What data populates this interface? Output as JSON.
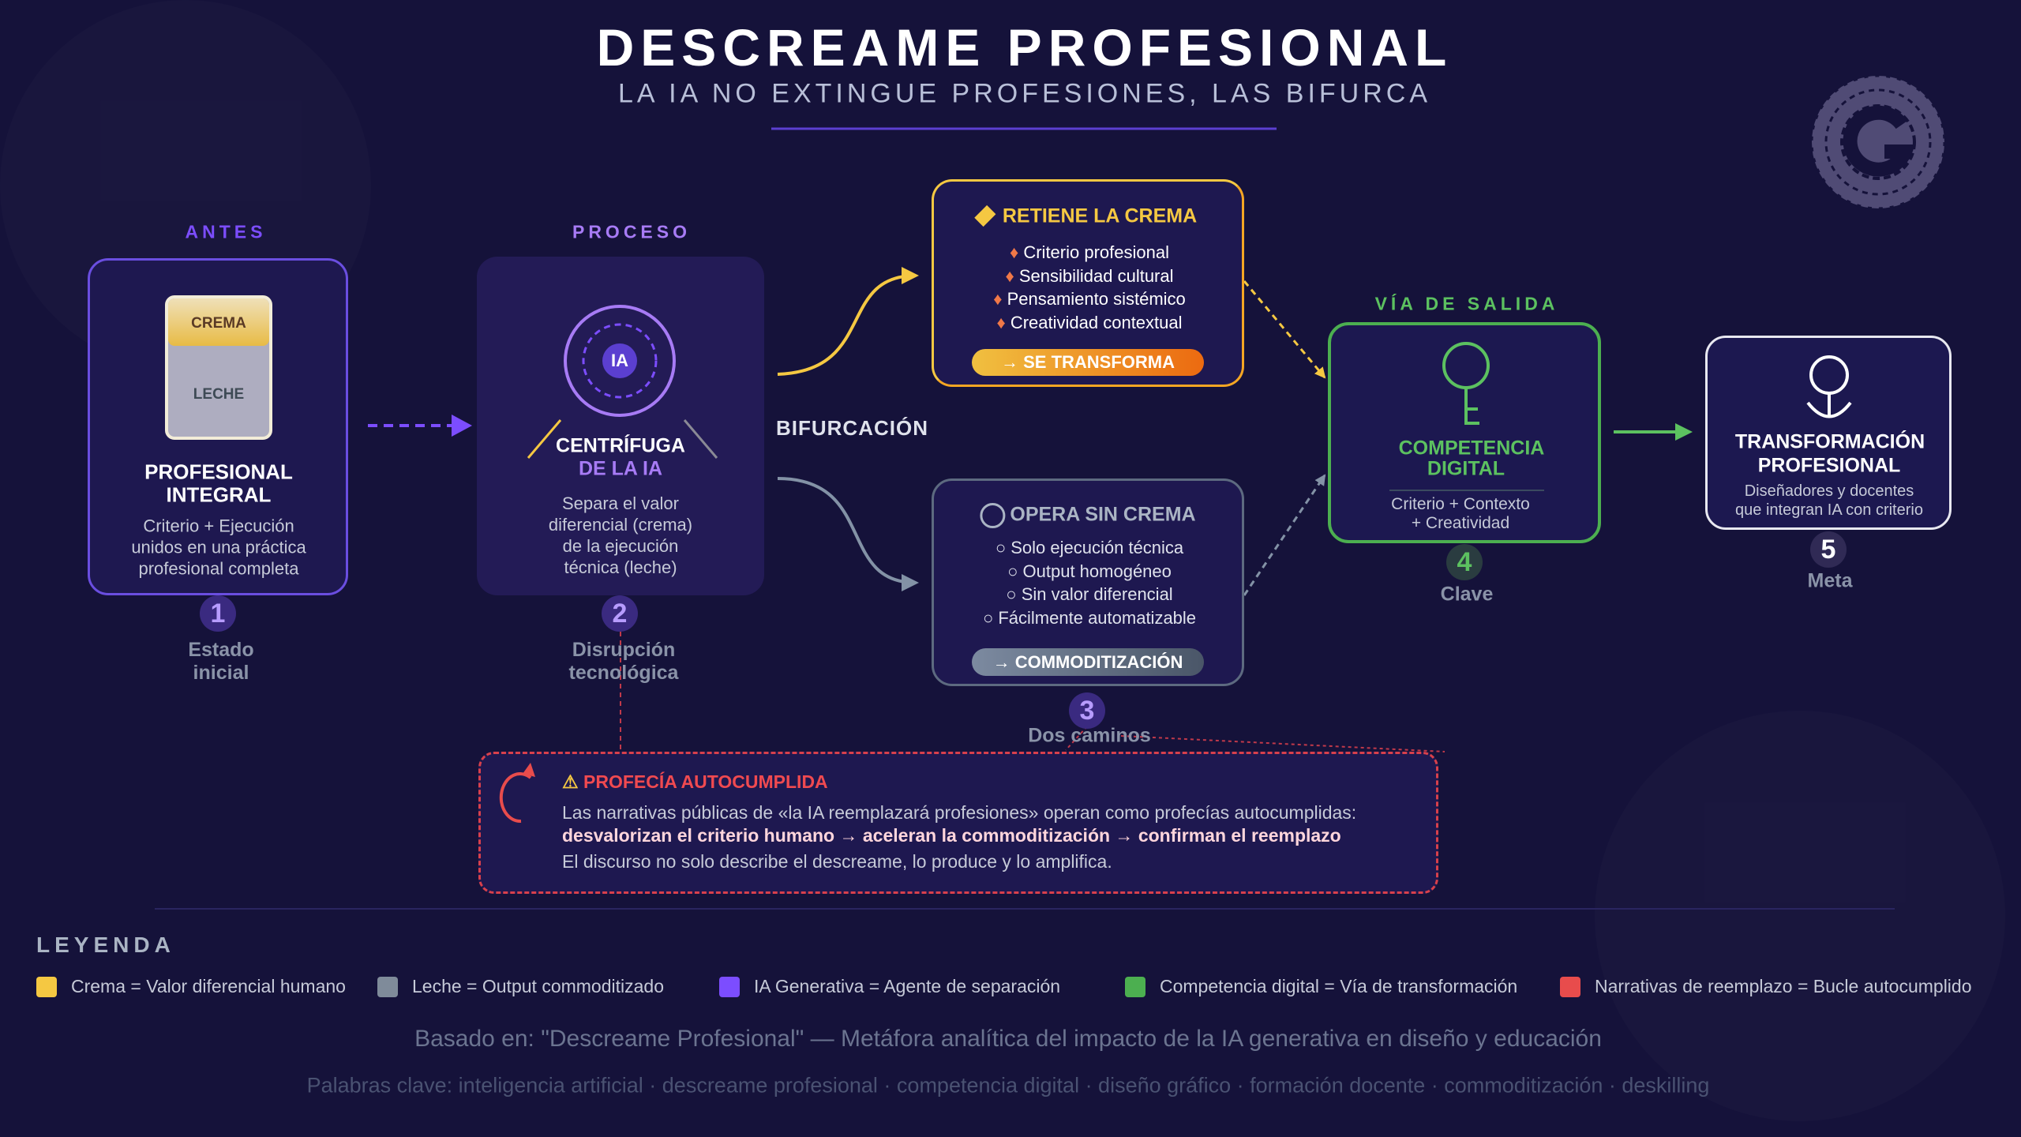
{
  "header": {
    "title": "DESCREAME PROFESIONAL",
    "subtitle": "LA IA NO EXTINGUE PROFESIONES, LAS BIFURCA"
  },
  "logo": {
    "letter": "G"
  },
  "stage1": {
    "section": "ANTES",
    "cream": "CREMA",
    "milk": "LECHE",
    "title1": "PROFESIONAL",
    "title2": "INTEGRAL",
    "desc": [
      "Criterio + Ejecución",
      "unidos en una práctica",
      "profesional completa"
    ],
    "number": "1",
    "caption": [
      "Estado",
      "inicial"
    ]
  },
  "stage2": {
    "section": "PROCESO",
    "badge": "IA",
    "title1": "CENTRÍFUGA",
    "title2": "DE LA IA",
    "desc": [
      "Separa el valor",
      "diferencial (crema)",
      "de la ejecución",
      "técnica (leche)"
    ],
    "number": "2",
    "caption": [
      "Disrupción",
      "tecnológica"
    ]
  },
  "bifurcation": {
    "label": "BIFURCACIÓN"
  },
  "retain": {
    "title": "RETIENE LA CREMA",
    "items": [
      "Criterio profesional",
      "Sensibilidad cultural",
      "Pensamiento sistémico",
      "Creatividad contextual"
    ],
    "pill": "→ SE TRANSFORMA"
  },
  "without": {
    "title": "OPERA SIN CREMA",
    "items": [
      "Solo ejecución técnica",
      "Output homogéneo",
      "Sin valor diferencial",
      "Fácilmente automatizable"
    ],
    "pill": "→ COMMODITIZACIÓN",
    "number": "3",
    "caption": "Dos caminos"
  },
  "stage4": {
    "section": "VÍA DE SALIDA",
    "title1": "COMPETENCIA",
    "title2": "DIGITAL",
    "desc": [
      "Criterio + Contexto",
      "+ Creatividad"
    ],
    "number": "4",
    "caption": "Clave"
  },
  "stage5": {
    "title1": "TRANSFORMACIÓN",
    "title2": "PROFESIONAL",
    "desc": [
      "Diseñadores y docentes",
      "que integran IA con criterio"
    ],
    "number": "5",
    "caption": "Meta"
  },
  "warning": {
    "title": "PROFECÍA AUTOCUMPLIDA",
    "line1": "Las narrativas públicas de «la IA reemplazará profesiones» operan como profecías autocumplidas:",
    "line2": "desvalorizan el criterio humano → aceleran la commoditización → confirman el reemplazo",
    "line3": "El discurso no solo describe el descreame, lo produce y lo amplifica."
  },
  "legend": {
    "title": "LEYENDA",
    "items": [
      {
        "label": "Crema = Valor diferencial humano",
        "color": "#f5c842"
      },
      {
        "label": "Leche = Output commoditizado",
        "color": "#7f8b9a"
      },
      {
        "label": "IA Generativa = Agente de separación",
        "color": "#7c4dff"
      },
      {
        "label": "Competencia digital = Vía de transformación",
        "color": "#4caf50"
      },
      {
        "label": "Narrativas de reemplazo = Bucle autocumplido",
        "color": "#e84c4c"
      }
    ]
  },
  "footer": {
    "source": "Basado en: \"Descreame Profesional\" — Metáfora analítica del impacto de la IA generativa en diseño y educación",
    "keywords": "Palabras clave: inteligencia artificial · descreame profesional · competencia digital · diseño gráfico · formación docente · commoditización · deskilling"
  }
}
